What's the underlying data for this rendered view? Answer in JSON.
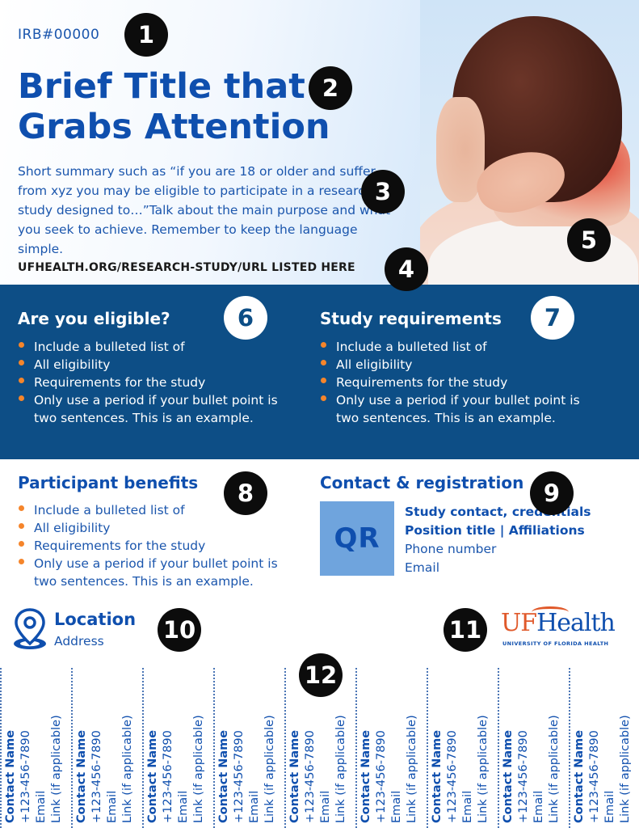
{
  "header": {
    "irb": "IRB#00000",
    "title_line1": "Brief Title that",
    "title_line2": "Grabs Attention",
    "summary": "Short summary such as “if you are 18 or older and suffer from xyz you may be eligible to participate in a research study designed to…”Talk about the main purpose and what you seek to achieve. Remember to keep the language simple.",
    "url": "UFHEALTH.ORG/RESEARCH-STUDY/URL LISTED HERE"
  },
  "markers": [
    "1",
    "2",
    "3",
    "4",
    "5",
    "6",
    "7",
    "8",
    "9",
    "10",
    "11",
    "12"
  ],
  "eligibility": {
    "title": "Are you eligible?",
    "items": [
      "Include a bulleted list of",
      "All eligibility",
      "Requirements for the study",
      "Only use a period if your bullet point is two sentences. This is an example."
    ]
  },
  "requirements": {
    "title": "Study requirements",
    "items": [
      "Include a bulleted list of",
      "All eligibility",
      "Requirements for the study",
      "Only use a period if your bullet point is two sentences. This is an example."
    ]
  },
  "benefits": {
    "title": "Participant benefits",
    "items": [
      "Include a bulleted list of",
      "All eligibility",
      "Requirements for the study",
      "Only use a period if your bullet point is two sentences. This is an example."
    ]
  },
  "contact": {
    "title": "Contact & registration",
    "qr_label": "QR",
    "line1": "Study contact, credentials",
    "line2": "Position title | Affiliations",
    "phone": "Phone number",
    "email": "Email"
  },
  "location": {
    "title": "Location",
    "address": "Address",
    "icon": "map-pin-icon"
  },
  "logo": {
    "uf": "UF",
    "health": "Health",
    "subtitle": "UNIVERSITY OF FLORIDA HEALTH"
  },
  "tearoffs": [
    {
      "name": "Contact Name",
      "phone": "+123-456-7890",
      "email": "Email",
      "link": "Link (if applicable)"
    },
    {
      "name": "Contact Name",
      "phone": "+123-456-7890",
      "email": "Email",
      "link": "Link (if applicable)"
    },
    {
      "name": "Contact Name",
      "phone": "+123-456-7890",
      "email": "Email",
      "link": "Link (if applicable)"
    },
    {
      "name": "Contact Name",
      "phone": "+123-456-7890",
      "email": "Email",
      "link": "Link (if applicable)"
    },
    {
      "name": "Contact Name",
      "phone": "+123-456-7890",
      "email": "Email",
      "link": "Link (if applicable)"
    },
    {
      "name": "Contact Name",
      "phone": "+123-456-7890",
      "email": "Email",
      "link": "Link (if applicable)"
    },
    {
      "name": "Contact Name",
      "phone": "+123-456-7890",
      "email": "Email",
      "link": "Link (if applicable)"
    },
    {
      "name": "Contact Name",
      "phone": "+123-456-7890",
      "email": "Email",
      "link": "Link (if applicable)"
    },
    {
      "name": "Contact Name",
      "phone": "+123-456-7890",
      "email": "Email",
      "link": "Link (if applicable)"
    }
  ],
  "colors": {
    "brand_blue": "#0f4fae",
    "band_blue": "#0d4e86",
    "accent_orange": "#f5852b",
    "qr_blue": "#6fa4dd"
  }
}
